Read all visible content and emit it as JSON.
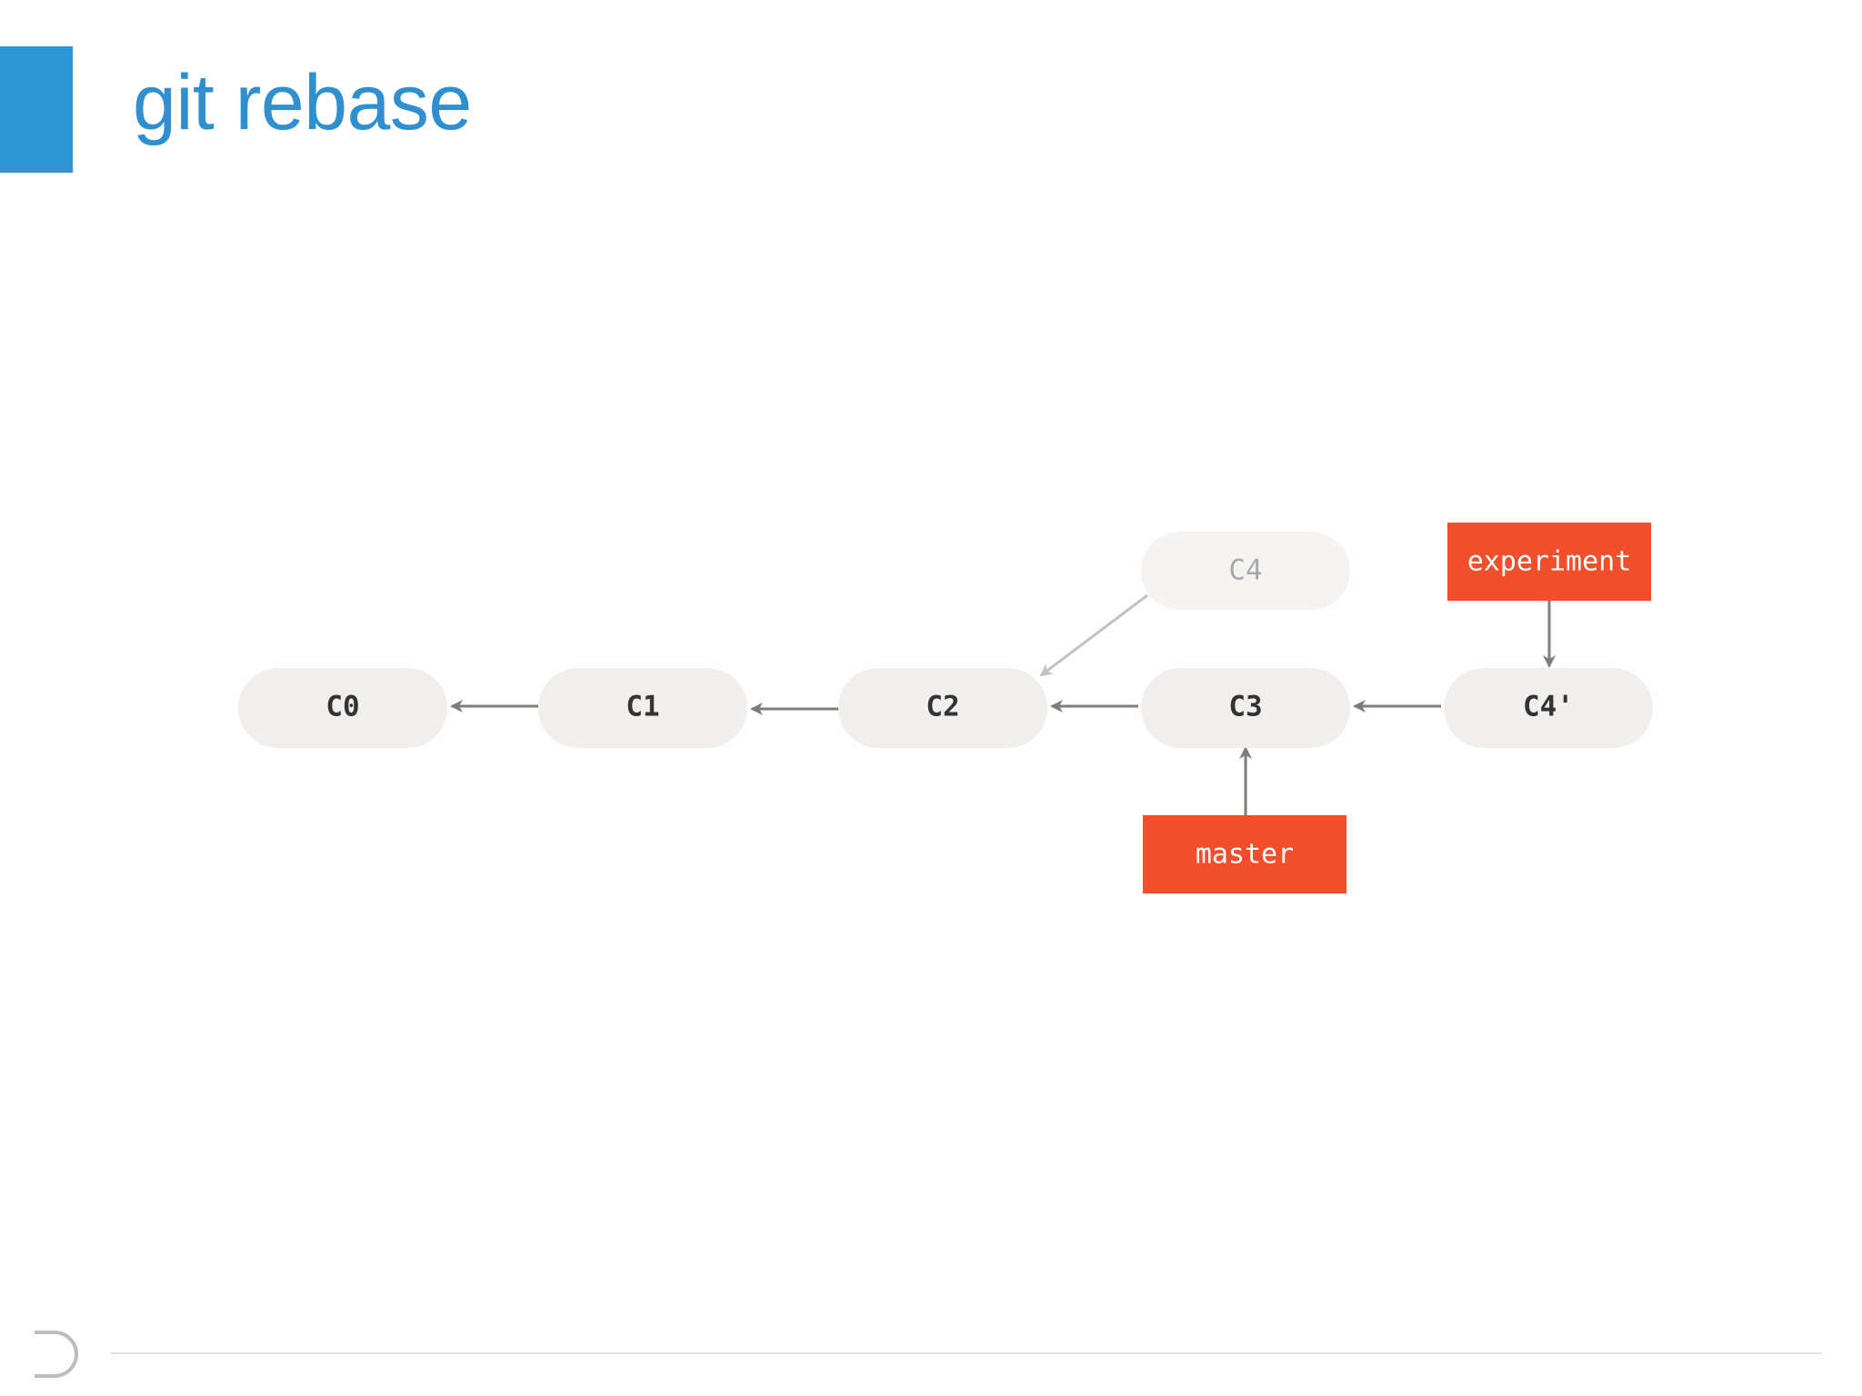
{
  "slide": {
    "title": "git rebase",
    "accent_color": "#2f96d6",
    "title_color": "#2f8fcf"
  },
  "diagram": {
    "commits": [
      {
        "id": "C0",
        "label": "C0",
        "ghost": false
      },
      {
        "id": "C1",
        "label": "C1",
        "ghost": false
      },
      {
        "id": "C2",
        "label": "C2",
        "ghost": false
      },
      {
        "id": "C3",
        "label": "C3",
        "ghost": false
      },
      {
        "id": "C4p",
        "label": "C4'",
        "ghost": false
      },
      {
        "id": "C4",
        "label": "C4",
        "ghost": true
      }
    ],
    "edges": [
      {
        "from": "C1",
        "to": "C0"
      },
      {
        "from": "C2",
        "to": "C1"
      },
      {
        "from": "C3",
        "to": "C2"
      },
      {
        "from": "C4p",
        "to": "C3"
      },
      {
        "from": "C4",
        "to": "C2",
        "ghost": true
      }
    ],
    "branches": [
      {
        "id": "experiment",
        "label": "experiment",
        "points_to": "C4p"
      },
      {
        "id": "master",
        "label": "master",
        "points_to": "C3"
      }
    ],
    "commit_fill": "#f0efed",
    "ghost_fill": "#f5f4f2",
    "branch_fill": "#f14e2b",
    "arrow_color": "#807c78",
    "ghost_arrow_color": "#c4c2bf"
  },
  "footer": {
    "logo_icon": "bracket-logo-icon"
  }
}
